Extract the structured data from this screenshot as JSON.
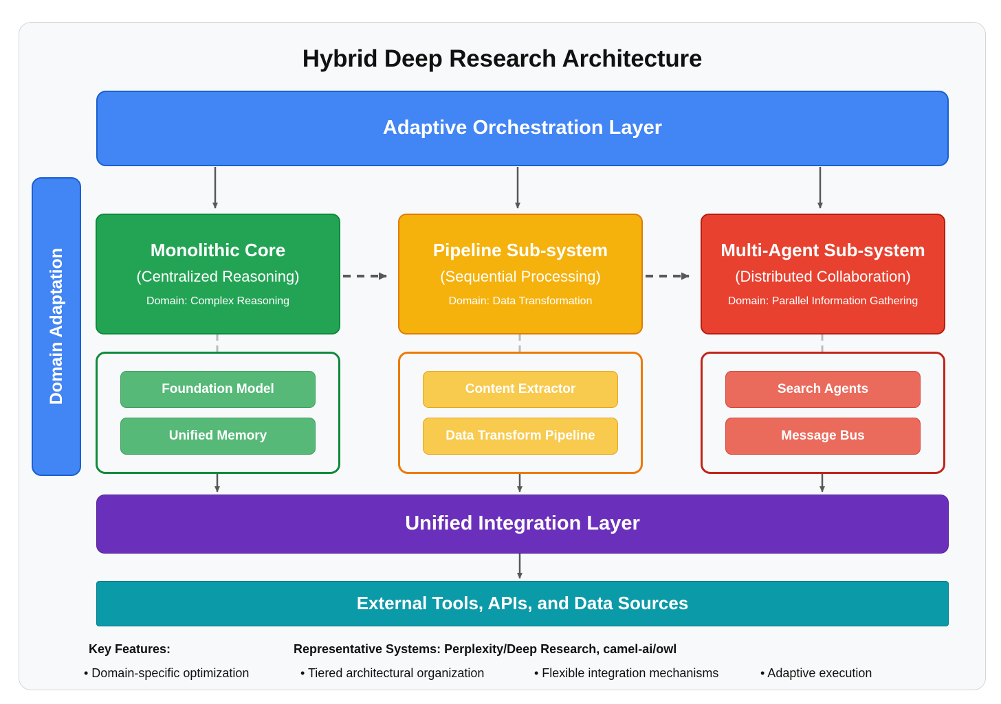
{
  "title": "Hybrid Deep Research Architecture",
  "orchestration": {
    "label": "Adaptive Orchestration Layer"
  },
  "domain_adaptation": {
    "label": "Domain Adaptation"
  },
  "subsystems": [
    {
      "name": "Monolithic Core",
      "mode": "(Centralized Reasoning)",
      "domain": "Domain: Complex Reasoning",
      "color": "#23a455",
      "border": "#0e8a3c",
      "components": [
        "Foundation Model",
        "Unified Memory"
      ]
    },
    {
      "name": "Pipeline Sub-system",
      "mode": "(Sequential Processing)",
      "domain": "Domain: Data Transformation",
      "color": "#f5b10c",
      "border": "#e07b05",
      "components": [
        "Content Extractor",
        "Data Transform Pipeline"
      ]
    },
    {
      "name": "Multi-Agent Sub-system",
      "mode": "(Distributed Collaboration)",
      "domain": "Domain: Parallel Information Gathering",
      "color": "#e8412f",
      "border": "#b51d0f",
      "components": [
        "Search Agents",
        "Message Bus"
      ]
    }
  ],
  "integration": {
    "label": "Unified Integration Layer",
    "color": "#6b30bb"
  },
  "external": {
    "label": "External Tools, APIs, and Data Sources",
    "color": "#0b9aa8"
  },
  "footer": {
    "key_features_label": "Key Features:",
    "representative_systems": "Representative Systems: Perplexity/Deep Research, camel-ai/owl",
    "bullets": [
      "• Domain-specific optimization",
      "• Tiered architectural organization",
      "• Flexible integration mechanisms",
      "• Adaptive execution"
    ]
  },
  "colors": {
    "canvas": "#ffffff",
    "frame_fill": "#f8f9fa",
    "frame_border": "#d3d5d8",
    "accent_blue": "#4285f4",
    "arrow_gray": "#585858"
  }
}
